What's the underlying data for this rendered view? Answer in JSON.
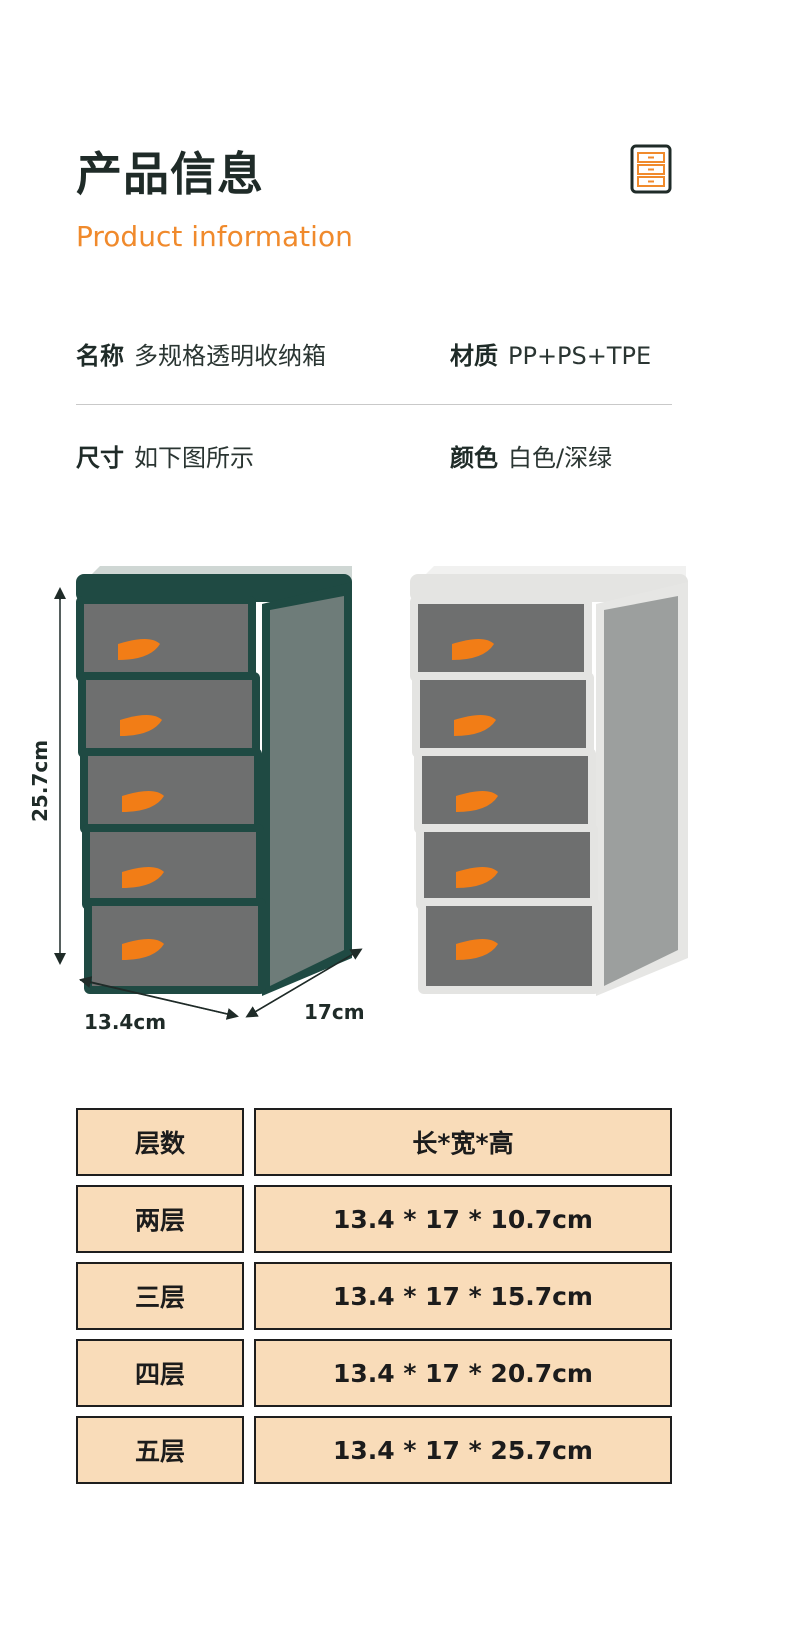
{
  "header": {
    "title": "产品信息",
    "subtitle": "Product information",
    "icon": "drawer-cabinet-icon"
  },
  "info": [
    {
      "key": "名称",
      "value": "多规格透明收纳箱"
    },
    {
      "key": "材质",
      "value": "PP+PS+TPE"
    },
    {
      "key": "尺寸",
      "value": "如下图所示"
    },
    {
      "key": "颜色",
      "value": "白色/深绿"
    }
  ],
  "figure": {
    "height_label": "25.7cm",
    "width_label": "13.4cm",
    "depth_label": "17cm",
    "variants": [
      "dark-green",
      "white"
    ],
    "colors": {
      "green": "#1f4a43",
      "white": "#e9e9e7",
      "handle": "#f27d16",
      "drawer": "#6f6f6f"
    }
  },
  "table": {
    "headers": [
      "层数",
      "长*宽*高"
    ],
    "rows": [
      [
        "两层",
        "13.4 * 17 * 10.7cm"
      ],
      [
        "三层",
        "13.4 * 17 * 15.7cm"
      ],
      [
        "四层",
        "13.4 * 17 * 20.7cm"
      ],
      [
        "五层",
        "13.4 * 17 * 25.7cm"
      ]
    ]
  },
  "accent": "#f08a2c"
}
